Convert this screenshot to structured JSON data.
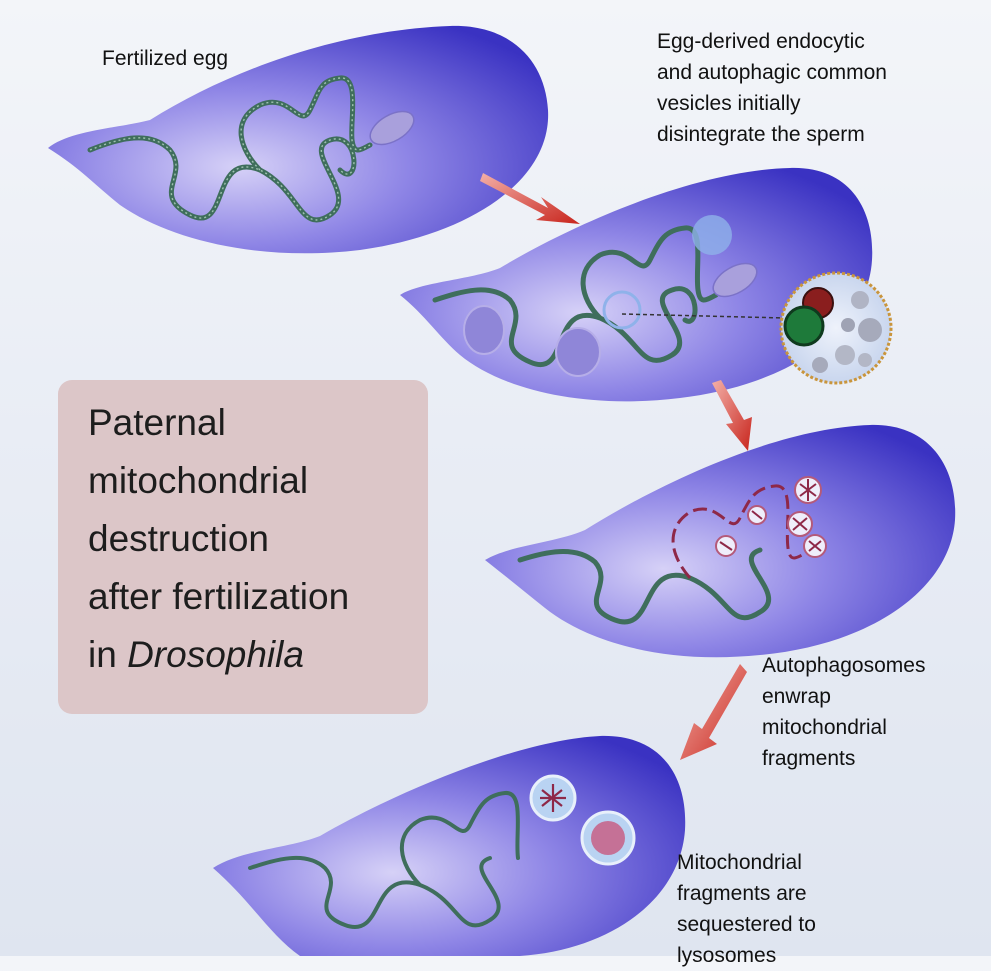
{
  "labels": {
    "fertilized_egg": "Fertilized egg",
    "step1": "Egg-derived endocytic\nand autophagic common\nvesicles initially\ndisintegrate the sperm",
    "step2": "Autophagosomes\nenwrap\nmitochondrial\nfragments",
    "step3": "Mitochondrial\nfragments are\nsequestered to\nlysosomes"
  },
  "title_box": {
    "line1": "Paternal",
    "line2": "mitochondrial",
    "line3": "destruction",
    "line4": "after fertilization",
    "line5_prefix": "in ",
    "line5_italic": "Drosophila"
  },
  "colors": {
    "egg_dark": "#3d36c4",
    "egg_light": "#c9c3f4",
    "sperm_strand": "#3f6e5c",
    "arrow": "#cc2a22",
    "title_box_bg": "#dcc6c8"
  }
}
